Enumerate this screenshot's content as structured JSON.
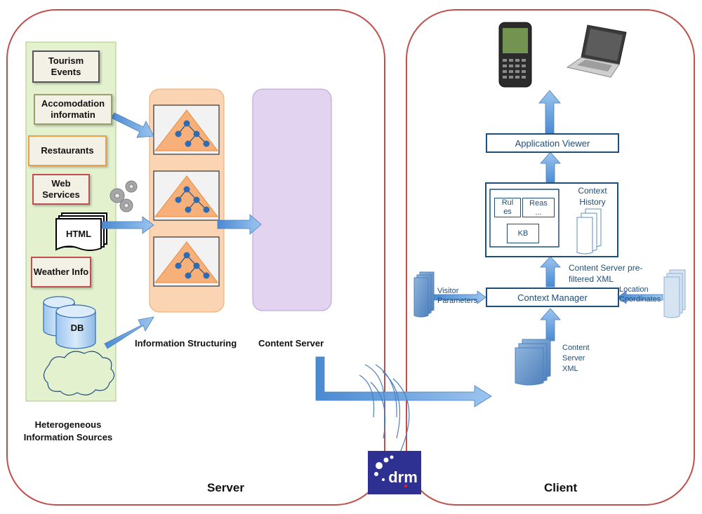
{
  "server": {
    "title": "Server",
    "sources_caption": "Heterogeneous Information Sources",
    "sources": {
      "tourism": "Tourism Events",
      "accomodation": "Accomodation informatin",
      "restaurants": "Restaurants",
      "web_services": "Web Services",
      "html": "HTML",
      "weather": "Weather Info",
      "db": "DB"
    },
    "information_structuring": "Information Structuring",
    "content_server": "Content Server"
  },
  "client": {
    "title": "Client",
    "application_viewer": "Application Viewer",
    "context_history": "Context History",
    "rules": "Rul es",
    "reasoner": "Reas ...",
    "kb": "KB",
    "prefiltered_xml": "Content Server pre-filtered XML",
    "context_manager": "Context Manager",
    "visitor_parameters": "Visitor Parameters",
    "location_coordinates": "Location Coordinates",
    "content_server_xml": "Content Server XML"
  },
  "logo": {
    "text": "drm"
  },
  "colors": {
    "panel_border": "#c0504d",
    "source_strip": "#e4f1cf",
    "structuring_fill": "#fbd4b4",
    "content_server_fill": "#e2d4f0",
    "arrow_blue": "#5b9bd5",
    "client_navy": "#1f4e79",
    "logo_bg": "#2e3192"
  }
}
